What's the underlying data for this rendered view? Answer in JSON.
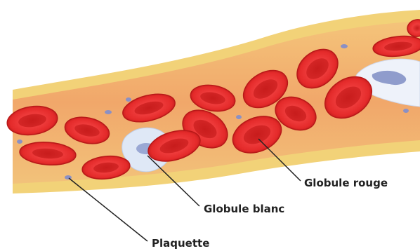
{
  "labels": {
    "red_blood_cell": "Globule rouge",
    "white_blood_cell": "Globule blanc",
    "platelet": "Plaquette"
  },
  "colors": {
    "vessel_outer": "#f2d278",
    "vessel_inner": "#f3ad6e",
    "red_cell": "#e52a2a",
    "red_cell_dark": "#b81818",
    "white_cell": "#dfe8f6",
    "white_cell_nucleus": "#9aa8d4",
    "platelet": "#8b90c4",
    "leader_line": "#222222"
  }
}
